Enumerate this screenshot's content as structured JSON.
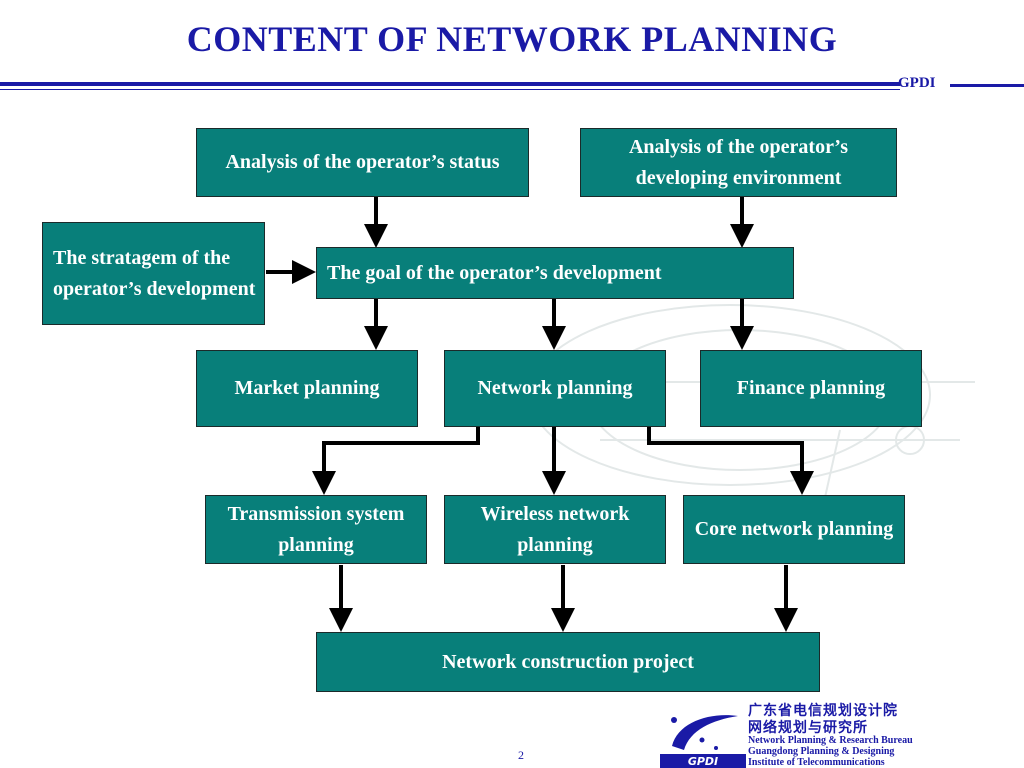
{
  "slide": {
    "title": "CONTENT OF NETWORK PLANNING",
    "brand_tag": "GPDI",
    "page_number": "2"
  },
  "diagram": {
    "boxes": {
      "operator_status": "Analysis of the operator’s status",
      "operator_environment": "Analysis of the operator’s developing environment",
      "stratagem": "The stratagem of the operator’s development",
      "goal": "The goal of the operator’s development",
      "market": "Market planning",
      "network": "Network planning",
      "finance": "Finance planning",
      "transmission": "Transmission system planning",
      "wireless": "Wireless network planning",
      "core": "Core network planning",
      "construction": "Network construction project"
    }
  },
  "logo": {
    "cn_line1": "广东省电信规划设计院",
    "cn_line2": "网络规划与研究所",
    "en_line1": "Network Planning & Research Bureau",
    "en_line2": "Guangdong Planning & Designing",
    "en_line3": "Institute of Telecommunications",
    "mark_text": "GPDI"
  },
  "colors": {
    "title_blue": "#1a1aa6",
    "box_teal": "#087f7a",
    "box_text": "#ffffff",
    "arrow": "#000000"
  }
}
